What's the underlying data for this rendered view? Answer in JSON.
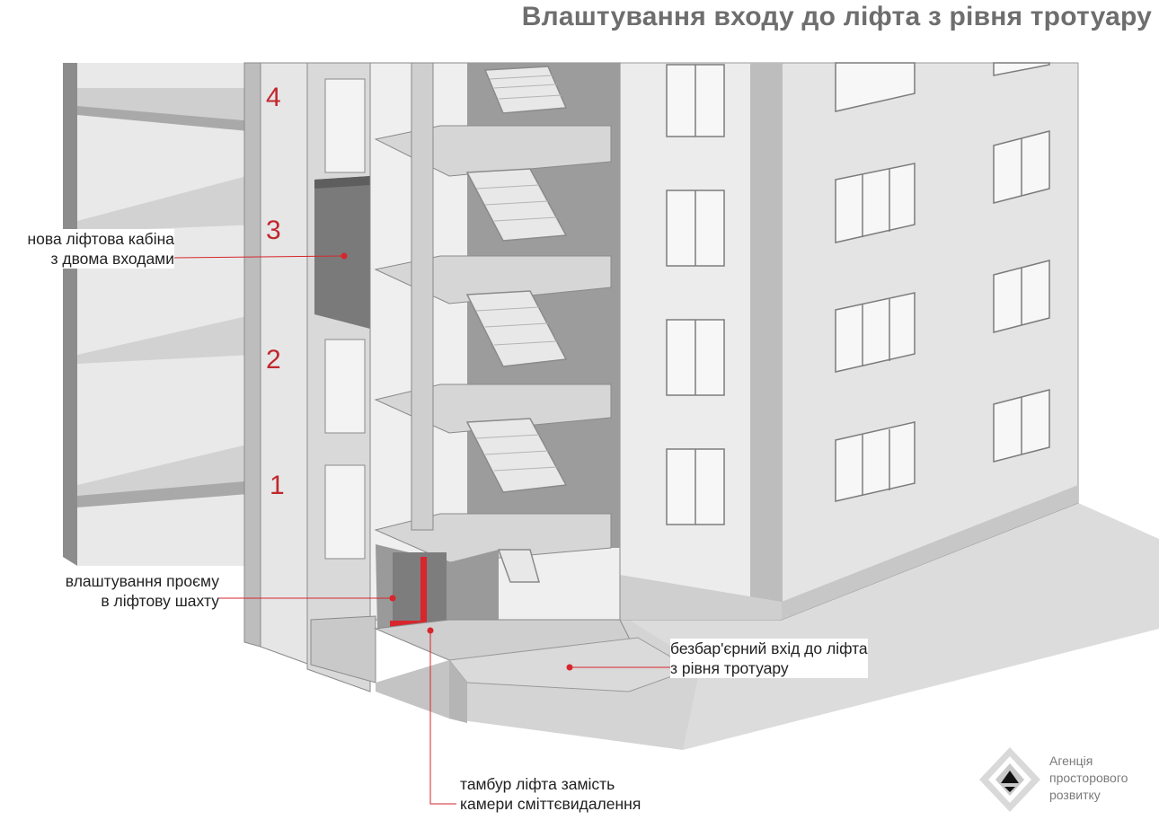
{
  "title": "Влаштування входу до ліфта з рівня тротуару",
  "floors": [
    "1",
    "2",
    "3",
    "4"
  ],
  "callouts": {
    "cabin_line1": "нова ліфтова кабіна",
    "cabin_line2": "з двома входами",
    "opening_line1": "влаштування проєму",
    "opening_line2": "в ліфтову шахту",
    "entrance_line1": "безбар'єрний вхід до ліфта",
    "entrance_line2": "з рівня тротуару",
    "vestibule_line1": "тамбур ліфта замість",
    "vestibule_line2": "камери сміттєвидалення"
  },
  "logo": {
    "line1": "Агенція",
    "line2": "просторового",
    "line3": "розвитку"
  },
  "colors": {
    "accent": "#d7262c",
    "title": "#6e6e6e"
  }
}
